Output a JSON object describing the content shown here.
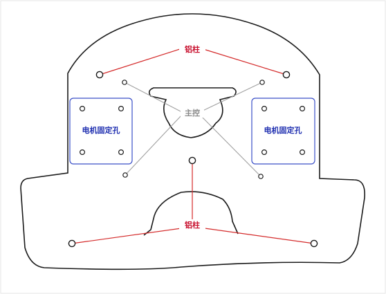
{
  "labels": {
    "standoff_top": "铝柱",
    "standoff_bottom": "铝柱",
    "main_control": "主控",
    "motor_holes_left": "电机固定孔",
    "motor_holes_right": "电机固定孔"
  },
  "colors": {
    "outline": "#1a1a1a",
    "standoff_line": "#d42a2a",
    "standoff_text": "#c8102e",
    "main_control_line": "#a0a0a0",
    "main_control_text": "#8a8a8a",
    "motor_box": "#3a4fc8",
    "motor_text": "#1f2fb0",
    "background": "#ffffff"
  }
}
